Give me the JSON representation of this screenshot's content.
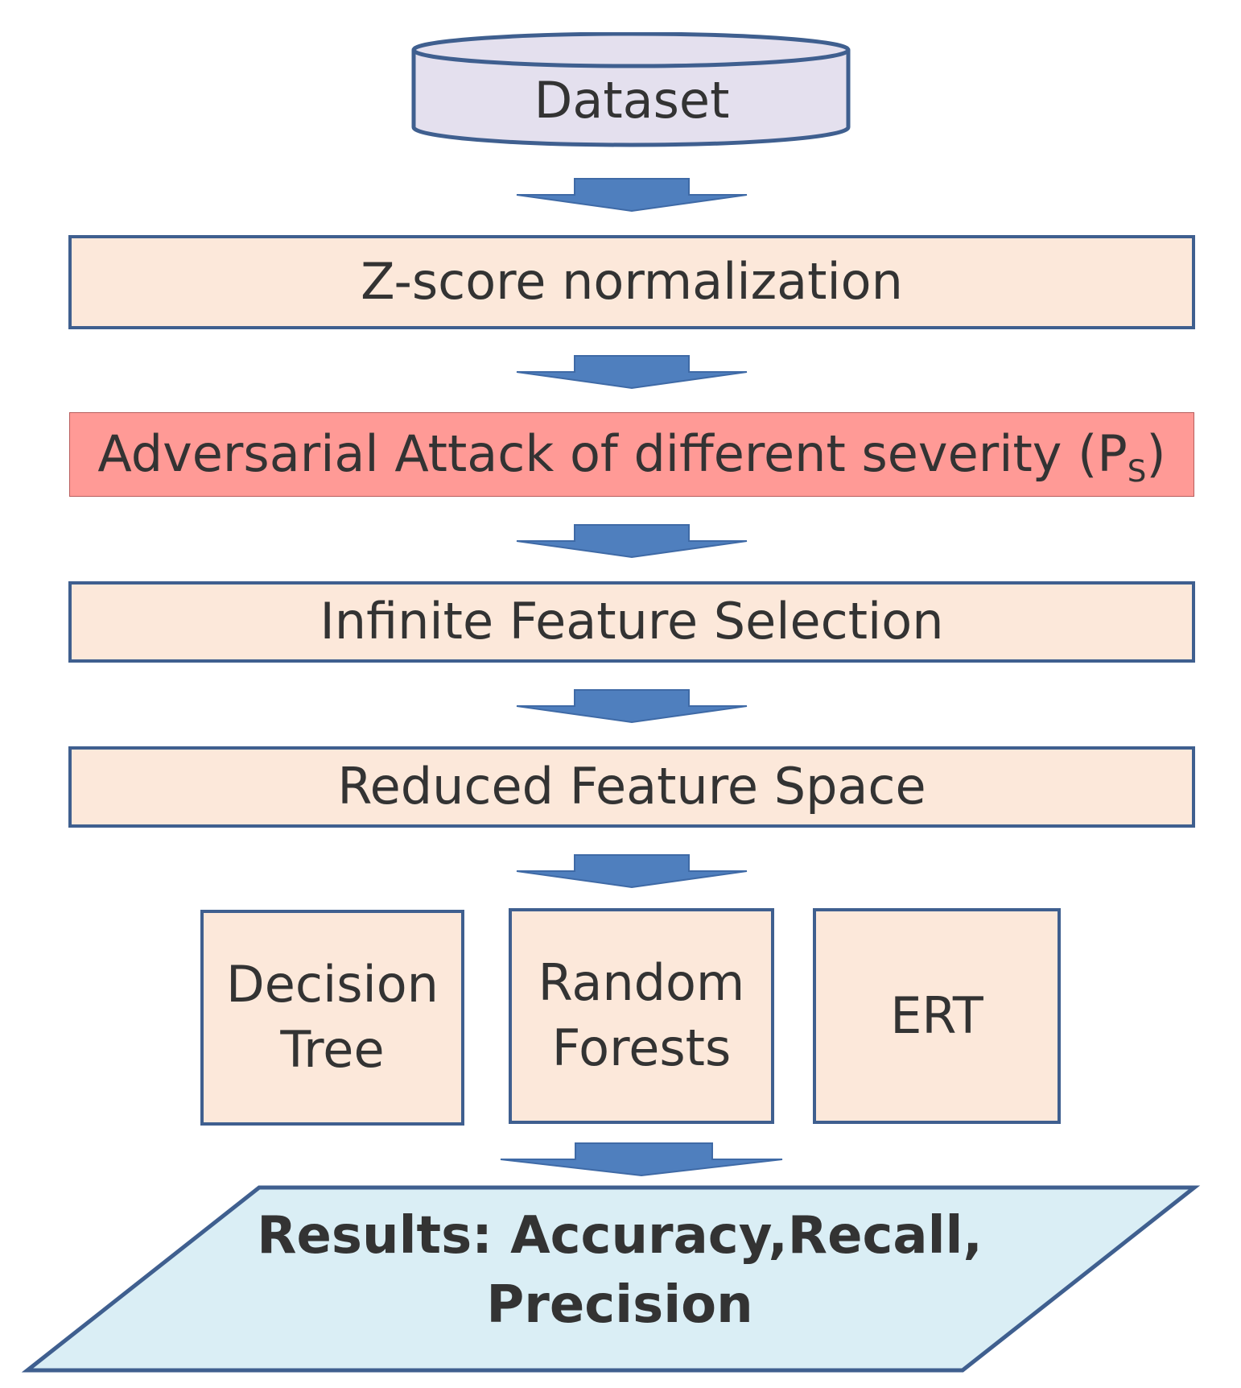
{
  "dataset": {
    "label": "Dataset"
  },
  "steps": {
    "zscore": "Z-score normalization",
    "attack_prefix": "Adversarial Attack of different severity (P",
    "attack_sub": "S",
    "attack_suffix": ")",
    "infinite": "Infinite Feature Selection",
    "reduced": "Reduced Feature Space"
  },
  "classifiers": {
    "dt_line1": "Decision",
    "dt_line2": "Tree",
    "rf_line1": "Random",
    "rf_line2": "Forests",
    "ert": "ERT"
  },
  "results": {
    "line1": "Results: Accuracy,Recall,",
    "line2": "Precision"
  },
  "colors": {
    "box_fill": "#fce8da",
    "box_border": "#3f5f8f",
    "attack_fill": "#ff9a96",
    "dataset_fill": "#e4e0ee",
    "results_fill": "#daeef5",
    "arrow_fill": "#4f7fbe"
  }
}
